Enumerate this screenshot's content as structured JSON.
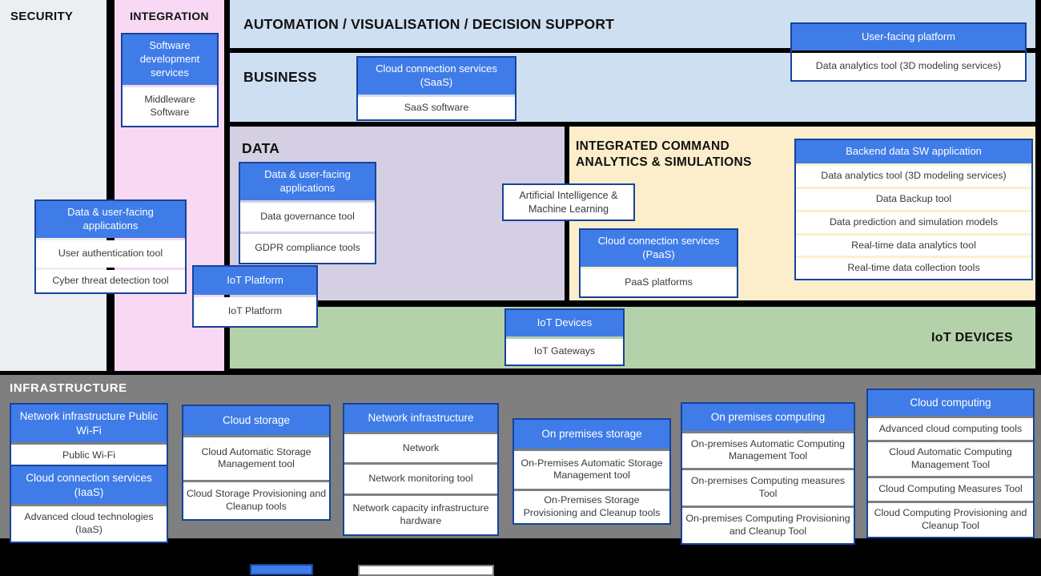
{
  "sections": {
    "security": {
      "label": "SECURITY"
    },
    "integration": {
      "label": "INTEGRATION"
    },
    "automation": {
      "label": "AUTOMATION / VISUALISATION / DECISION SUPPORT"
    },
    "business": {
      "label": "BUSINESS"
    },
    "data": {
      "label": "DATA"
    },
    "integrated": {
      "label": "INTEGRATED COMMAND ANALYTICS & SIMULATIONS"
    },
    "iot": {
      "label": "IoT DEVICES"
    },
    "infrastructure": {
      "label": "INFRASTRUCTURE"
    }
  },
  "cards": {
    "software_development": {
      "title": "Software development services",
      "rows": [
        "Middleware Software"
      ]
    },
    "security_apps": {
      "title": "Data & user-facing applications",
      "rows": [
        "User authentication tool",
        "Cyber threat detection tool"
      ]
    },
    "user_facing_platform": {
      "title": "User-facing platform",
      "rows": [
        "Data analytics tool (3D modeling services)"
      ]
    },
    "saas": {
      "title": "Cloud connection services (SaaS)",
      "rows": [
        "SaaS software"
      ]
    },
    "data_apps": {
      "title": "Data & user-facing applications",
      "rows": [
        "Data governance tool",
        "GDPR compliance tools"
      ]
    },
    "ai_ml": {
      "text": "Artificial Intelligence & Machine Learning"
    },
    "paas": {
      "title": "Cloud connection services (PaaS)",
      "rows": [
        "PaaS platforms"
      ]
    },
    "backend": {
      "title": "Backend data SW application",
      "rows": [
        "Data analytics tool (3D modeling services)",
        "Data Backup tool",
        "Data prediction and simulation models",
        "Real-time data analytics tool",
        "Real-time data collection tools"
      ]
    },
    "iot_platform": {
      "title": "IoT Platform",
      "rows": [
        "IoT Platform"
      ]
    },
    "iot_devices": {
      "title": "IoT Devices",
      "rows": [
        "IoT Gateways"
      ]
    },
    "public_wifi": {
      "title": "Network infrastructure Public Wi-Fi",
      "rows": [
        "Public Wi-Fi"
      ]
    },
    "iaas": {
      "title": "Cloud connection services (IaaS)",
      "rows": [
        "Advanced cloud technologies (IaaS)"
      ]
    },
    "cloud_storage": {
      "title": "Cloud storage",
      "rows": [
        "Cloud Automatic Storage Management tool",
        "Cloud Storage Provisioning and Cleanup tools"
      ]
    },
    "network_infra": {
      "title": "Network infrastructure",
      "rows": [
        "Network",
        "Network monitoring tool",
        "Network capacity infrastructure hardware"
      ]
    },
    "onprem_storage": {
      "title": "On premises storage",
      "rows": [
        "On-Premises Automatic Storage Management tool",
        "On-Premises Storage Provisioning and Cleanup tools"
      ]
    },
    "onprem_computing": {
      "title": "On premises computing",
      "rows": [
        "On-premises Automatic Computing Management Tool",
        "On-premises Computing measures Tool",
        "On-premises Computing Provisioning and Cleanup Tool"
      ]
    },
    "cloud_computing": {
      "title": "Cloud computing",
      "rows": [
        "Advanced cloud computing tools",
        "Cloud Automatic Computing Management Tool",
        "Cloud Computing Measures Tool",
        "Cloud Computing Provisioning and Cleanup Tool"
      ]
    }
  },
  "colors": {
    "card_header_blue": "#3f7ce8",
    "card_border_navy": "#16439c",
    "security_bg": "#eceff1",
    "integration_bg": "#f8d8f2",
    "automation_business_bg": "#cfdff2",
    "data_bg": "#d5cfe3",
    "integrated_bg": "#fdeecb",
    "iot_bg": "#b3d2a9",
    "infrastructure_bg": "#7f7f7f",
    "frame_bg": "#000000"
  }
}
